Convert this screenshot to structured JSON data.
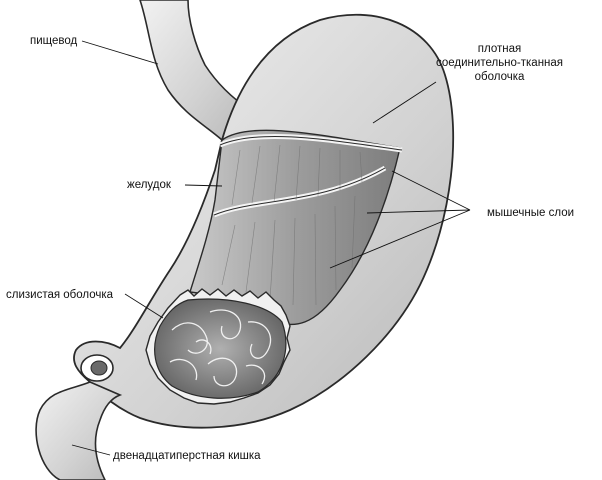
{
  "labels": {
    "esophagus": "пищевод",
    "serosa": [
      "плотная",
      "соединительно-тканная",
      "оболочка"
    ],
    "stomach": "желудок",
    "muscle_layers": "мышечные слои",
    "mucosa": "слизистая оболочка",
    "duodenum": "двенадцатиперстная кишка"
  },
  "colors": {
    "outline": "#2a2a2a",
    "outer_wall": "#dcdcdc",
    "muscle_band": "#a9a9a9",
    "mucosa_fill": "#8f8f8f",
    "leader_line": "#111111"
  }
}
